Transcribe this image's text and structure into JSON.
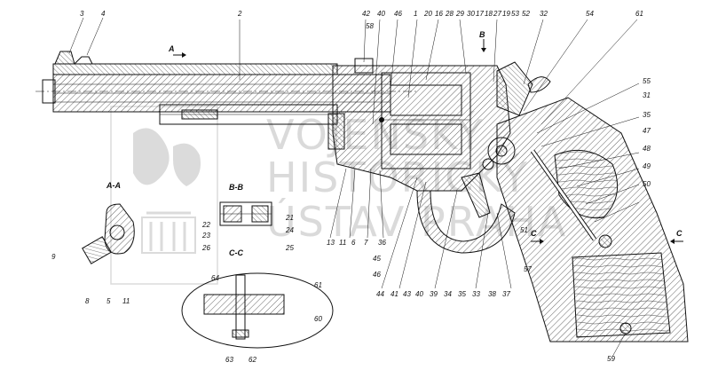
{
  "watermark": {
    "lines": [
      "VOJENSKÝ",
      "HISTORICKÝ",
      "ÚSTAV PRAHA"
    ]
  },
  "section_labels": {
    "a": "A",
    "b": "B",
    "c": "C",
    "aa": "A-A",
    "bb": "B-B",
    "cc": "C-C"
  },
  "callouts": {
    "top": [
      "3",
      "4",
      "2",
      "42",
      "40",
      "46",
      "1",
      "20",
      "16",
      "28",
      "29",
      "30",
      "17",
      "18",
      "27",
      "19",
      "53",
      "52",
      "32",
      "54",
      "61"
    ],
    "right": [
      "55",
      "31",
      "35",
      "47",
      "48",
      "49",
      "50"
    ],
    "bottom": [
      "13",
      "11",
      "6",
      "7",
      "36",
      "45",
      "46",
      "44",
      "41",
      "43",
      "40",
      "39",
      "34",
      "35",
      "33",
      "38",
      "37",
      "51",
      "59"
    ],
    "section_bb": [
      "21",
      "22",
      "23",
      "24",
      "25",
      "26"
    ],
    "section_aa": [
      "9",
      "8",
      "5",
      "11"
    ],
    "detail": [
      "64",
      "61",
      "60",
      "63",
      "62"
    ],
    "misc": [
      "58",
      "57"
    ]
  }
}
